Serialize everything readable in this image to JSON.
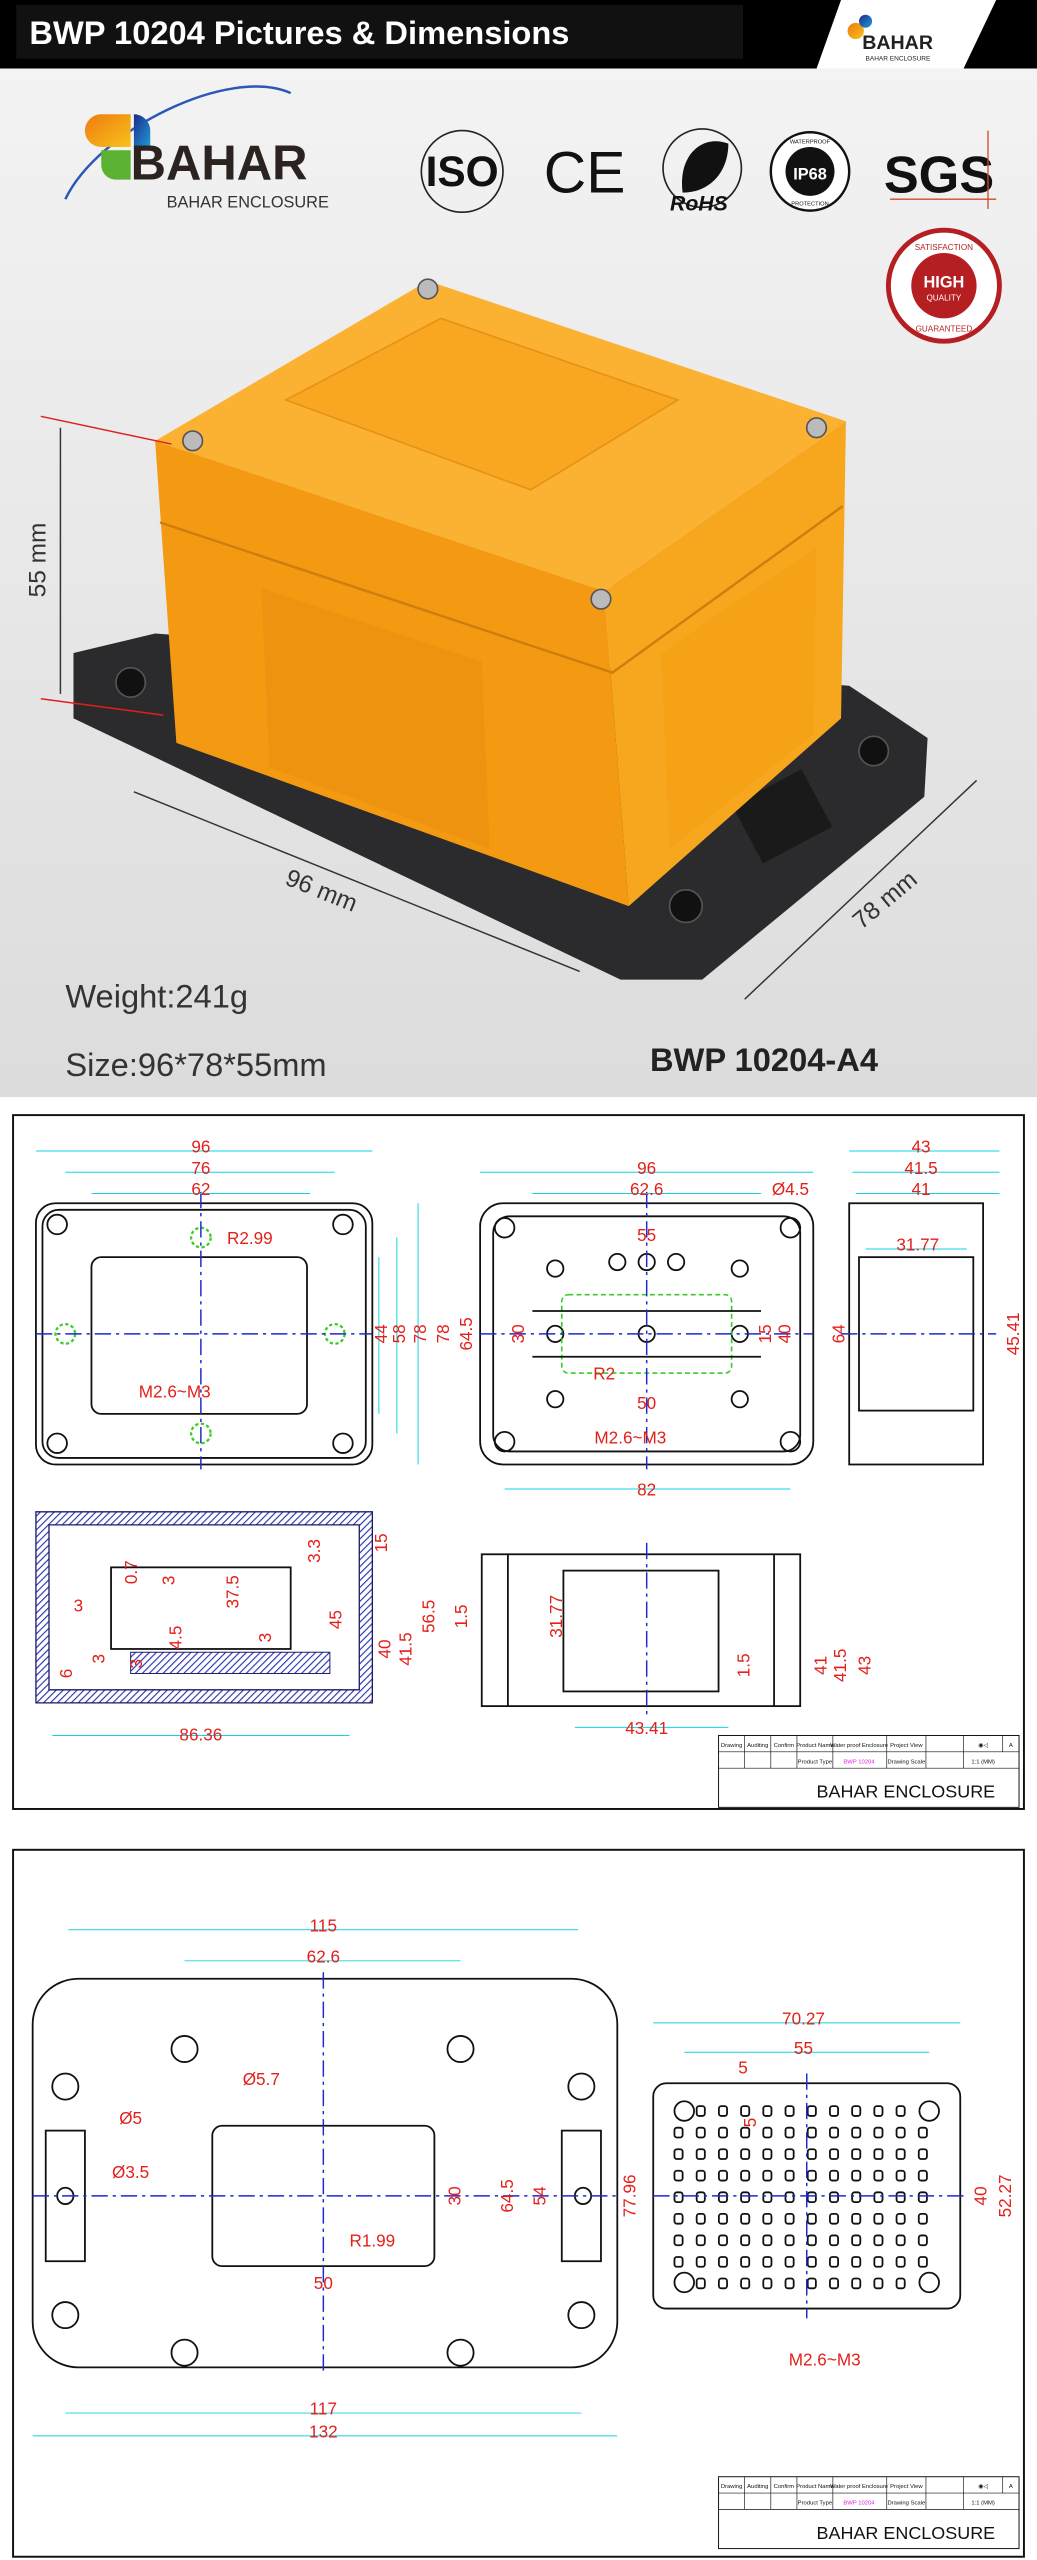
{
  "header": {
    "title": "BWP 10204  Pictures & Dimensions",
    "logo_text": "BAHAR",
    "logo_sub": "BAHAR ENCLOSURE"
  },
  "brand": {
    "name": "BAHAR",
    "sub": "BAHAR ENCLOSURE"
  },
  "certs": {
    "iso": "ISO",
    "ce": "CE",
    "rohs": "RoHS",
    "ip": "IP68",
    "ip_top": "WATERPROOF",
    "ip_bottom": "PROTECTION",
    "sgs": "SGS"
  },
  "badge": {
    "top": "SATISFACTION",
    "main": "HIGH",
    "sub": "QUALITY",
    "bottom": "GUARANTEED"
  },
  "photo": {
    "height_label": "55 mm",
    "length_label": "96 mm",
    "width_label": "78 mm",
    "weight": "Weight:241g",
    "size": "Size:96*78*55mm",
    "model": "BWP 10204-A4"
  },
  "colors": {
    "orange": "#f7a21c",
    "dim_text": "#e3201b",
    "dim_line": "#13d3e3",
    "center_line": "#1a2bd0",
    "hatch": "#2a35b0"
  },
  "panel1": {
    "top_view": [
      "96",
      "76",
      "62",
      "R2.99",
      "M2.6~M3",
      "44",
      "58",
      "78"
    ],
    "inner_view": [
      "96",
      "62.6",
      "Ø4.5",
      "55",
      "30",
      "15",
      "40",
      "R2",
      "50",
      "M2.6~M3",
      "64.5",
      "78",
      "64",
      "82"
    ],
    "side_view": [
      "43",
      "41.5",
      "41",
      "31.77",
      "45.41"
    ],
    "section_view": [
      "0.7",
      "3",
      "3.3",
      "37.5",
      "3",
      "45",
      "4.5",
      "3",
      "6",
      "3",
      "3",
      "15",
      "40",
      "41.5",
      "56.5",
      "86.36"
    ],
    "end_view": [
      "1.5",
      "31.77",
      "1.5",
      "43.41",
      "41",
      "41.5",
      "43"
    ]
  },
  "panel2": {
    "base_view": [
      "115",
      "62.6",
      "Ø5.7",
      "Ø5",
      "Ø3.5",
      "30",
      "64.5",
      "54",
      "77.96",
      "R1.99",
      "50",
      "117",
      "132"
    ],
    "plate_view": [
      "70.27",
      "55",
      "5",
      "5",
      "40",
      "52.27",
      "M2.6~M3"
    ]
  },
  "title_block": {
    "drawing": "Drawing",
    "auditing": "Auditing",
    "confirm": "Confirm",
    "product_name_label": "Product Name",
    "product_name": "Water proof Enclosure",
    "project_view_label": "Project View",
    "sheet": "A",
    "product_type_label": "Product Type",
    "product_type": "BWP 10204",
    "scale_label": "Drawing Scale",
    "scale": "1:1 (MM)",
    "company": "BAHAR ENCLOSURE"
  }
}
